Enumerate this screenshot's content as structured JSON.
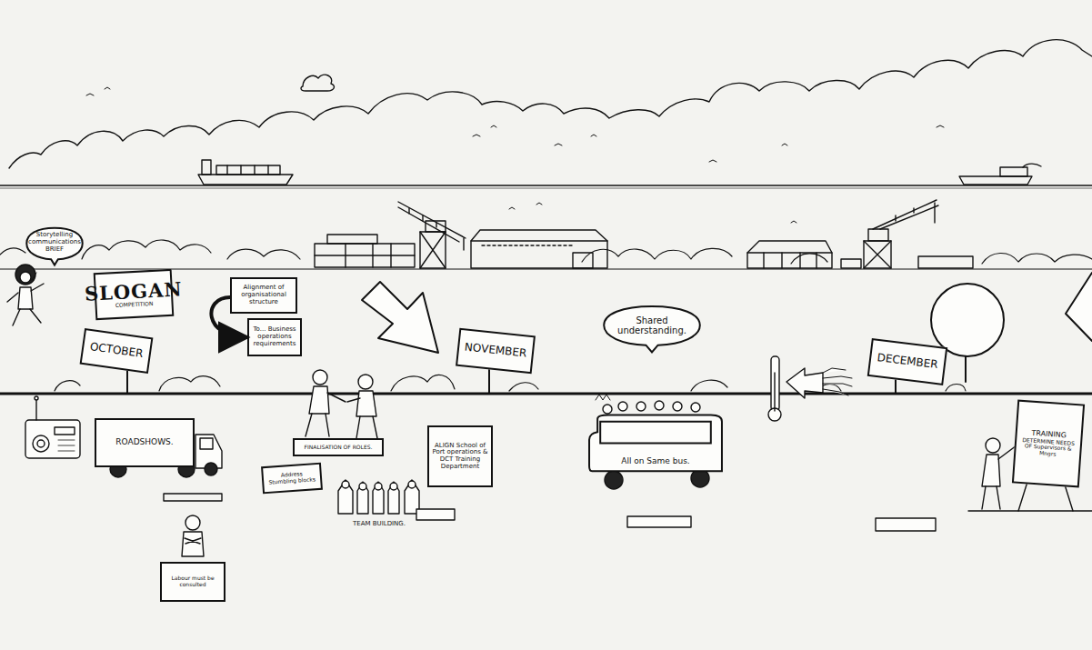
{
  "diagram": {
    "nodes": [
      {
        "text": [
          "Storytelling communications BRIEF"
        ]
      },
      {
        "text": [
          "SLOGAN",
          "COMPETITION"
        ]
      },
      {
        "text": [
          "Alignment of organisational structure"
        ]
      },
      {
        "text": [
          "To... Business operations requirements"
        ]
      },
      {
        "text": [
          "OCTOBER"
        ]
      },
      {
        "text": [
          "NOVEMBER"
        ]
      },
      {
        "text": [
          "Shared understanding."
        ]
      },
      {
        "text": [
          "DECEMBER"
        ]
      },
      {
        "text": [
          "ROADSHOWS."
        ]
      },
      {
        "text": [
          "FINALISATION OF ROLES."
        ]
      },
      {
        "text": [
          "Address Stumbling blocks"
        ]
      },
      {
        "text": [
          "ALIGN School of Port operations & DCT Training Department"
        ]
      },
      {
        "text": [
          "TEAM BUILDING."
        ]
      },
      {
        "text": [
          "All on Same bus."
        ]
      },
      {
        "text": [
          "Labour must be consulted"
        ]
      },
      {
        "text": [
          "TRAINING",
          "DETERMINE NEEDS OF Supervisors & Mngrs"
        ]
      }
    ],
    "edges": [
      {
        "from": 2,
        "to": 3,
        "arrow": "to"
      }
    ]
  }
}
